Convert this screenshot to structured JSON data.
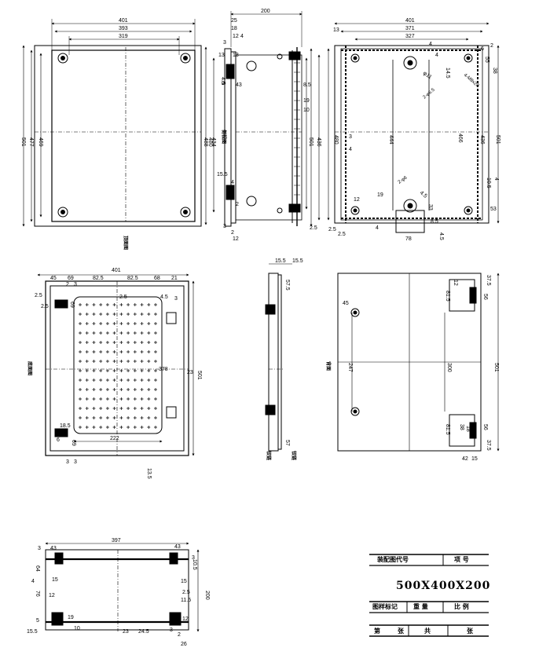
{
  "views": {
    "front": {
      "dims": [
        "401",
        "393",
        "319",
        "501",
        "477",
        "469",
        "488",
        "434"
      ],
      "label": "顶面图"
    },
    "side": {
      "dims": [
        "200",
        "25",
        "18",
        "12",
        "4",
        "3",
        "13",
        "13",
        "4.5",
        "43",
        "2",
        "480",
        "501",
        "436",
        "8.5",
        "19",
        "10",
        "15.5",
        "4",
        "2",
        "2.5",
        "3",
        "2",
        "12"
      ],
      "label": "侧视图"
    },
    "interior": {
      "dims": [
        "401",
        "13",
        "371",
        "327",
        "4",
        "4",
        "2",
        "6",
        "55",
        "38",
        "14.5",
        "4-M8x20",
        "φ11",
        "2-φ6.5",
        "466",
        "480",
        "3",
        "4",
        "444",
        "501",
        "436",
        "12",
        "19",
        "2-φ6",
        "4.5",
        "33",
        "10.5",
        "4",
        "53",
        "2.5",
        "2.5",
        "8.5",
        "4",
        "78",
        "4.5"
      ]
    },
    "bottom": {
      "dims": [
        "401",
        "45",
        "69",
        "82.5",
        "82.5",
        "68",
        "21",
        "2",
        "3",
        "2.5",
        "2.5",
        "69",
        "2.5",
        "4.5",
        "3",
        "501",
        "378",
        "23",
        "6",
        "18.5",
        "69",
        "222",
        "3",
        "3",
        "13.5"
      ],
      "label": "底面图"
    },
    "hinge_side": {
      "dims": [
        "15.5",
        "15.5",
        "57.5",
        "57"
      ],
      "labels": [
        "铰链",
        "铰链"
      ]
    },
    "back": {
      "dims": [
        "45",
        "247",
        "300",
        "501",
        "12",
        "37.5",
        "81.5",
        "56",
        "18",
        "81.5",
        "38",
        "56",
        "37.5",
        "42",
        "15"
      ],
      "label": "背面"
    },
    "top_section": {
      "dims": [
        "397",
        "43",
        "43",
        "3",
        "10.5",
        "3",
        "64",
        "4",
        "15",
        "15",
        "76",
        "12",
        "11.5",
        "2.5",
        "200",
        "19",
        "10",
        "23",
        "24.5",
        "3",
        "12",
        "5",
        "15.5",
        "2",
        "26"
      ]
    }
  },
  "title_block": {
    "r1_left": "装配图代号",
    "r1_right": "项  号",
    "title": "500X400X200",
    "r3_c1": "图样标记",
    "r3_c2": "重  量",
    "r3_c3": "比  例",
    "r4_c1": "第",
    "r4_c2": "张",
    "r4_c3": "共",
    "r4_c4": "张"
  }
}
